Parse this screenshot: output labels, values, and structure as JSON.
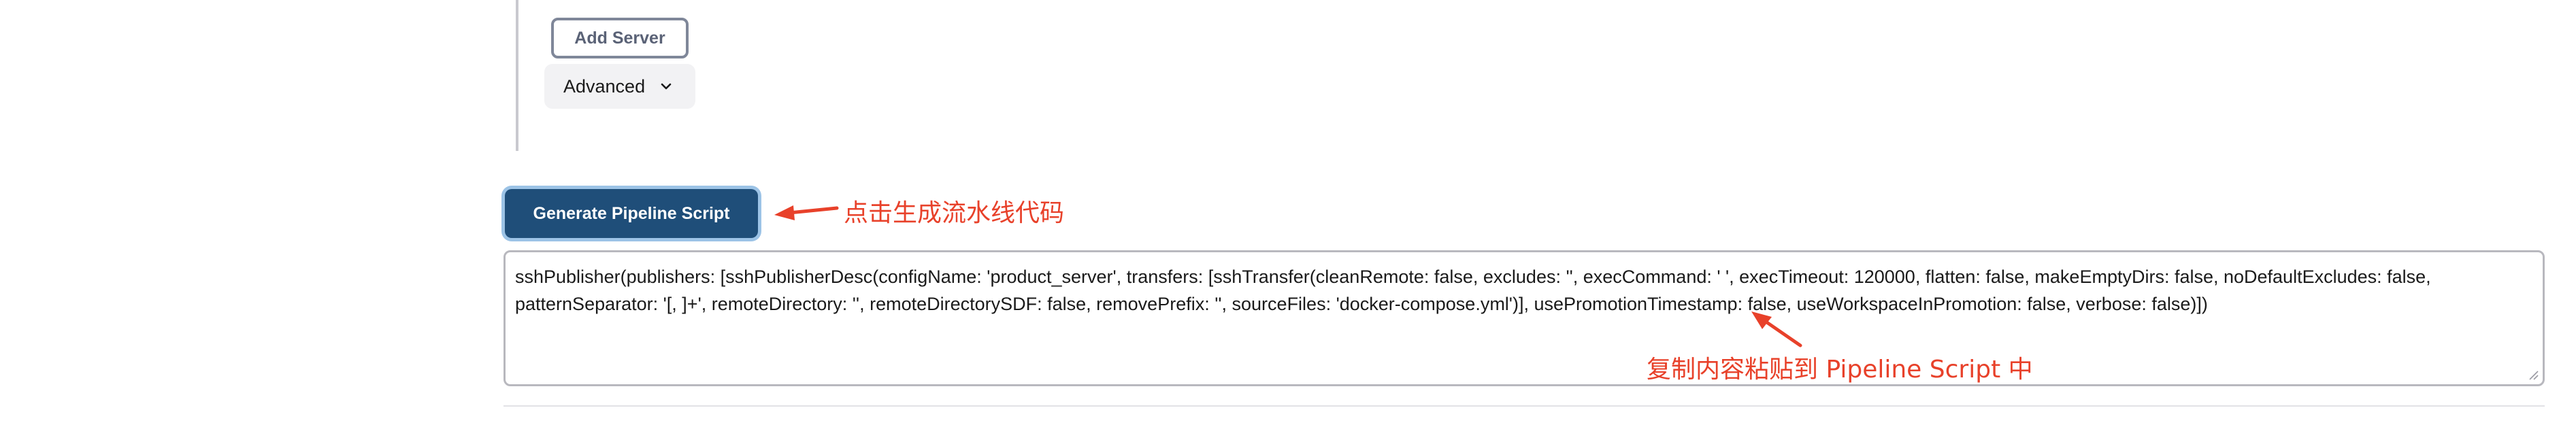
{
  "servers": {
    "add_server_label": "Add Server",
    "advanced_label": "Advanced"
  },
  "generator": {
    "generate_label": "Generate Pipeline Script",
    "script_value": "sshPublisher(publishers: [sshPublisherDesc(configName: 'product_server', transfers: [sshTransfer(cleanRemote: false, excludes: '', execCommand: ' ', execTimeout: 120000, flatten: false, makeEmptyDirs: false, noDefaultExcludes: false, patternSeparator: '[, ]+', remoteDirectory: '', remoteDirectorySDF: false, removePrefix: '', sourceFiles: 'docker-compose.yml')], usePromotionTimestamp: false, useWorkspaceInPromotion: false, verbose: false)])"
  },
  "annotations": {
    "click_generate": "点击生成流水线代码",
    "copy_paste": "复制内容粘贴到 Pipeline Script 中",
    "color": "#e8412a"
  },
  "colors": {
    "primary_button": "#1f4e79",
    "focus_ring": "#9cc3e6"
  },
  "icons": {
    "advanced_toggle": "chevron-down-icon",
    "resize": "resize-grip-icon"
  }
}
